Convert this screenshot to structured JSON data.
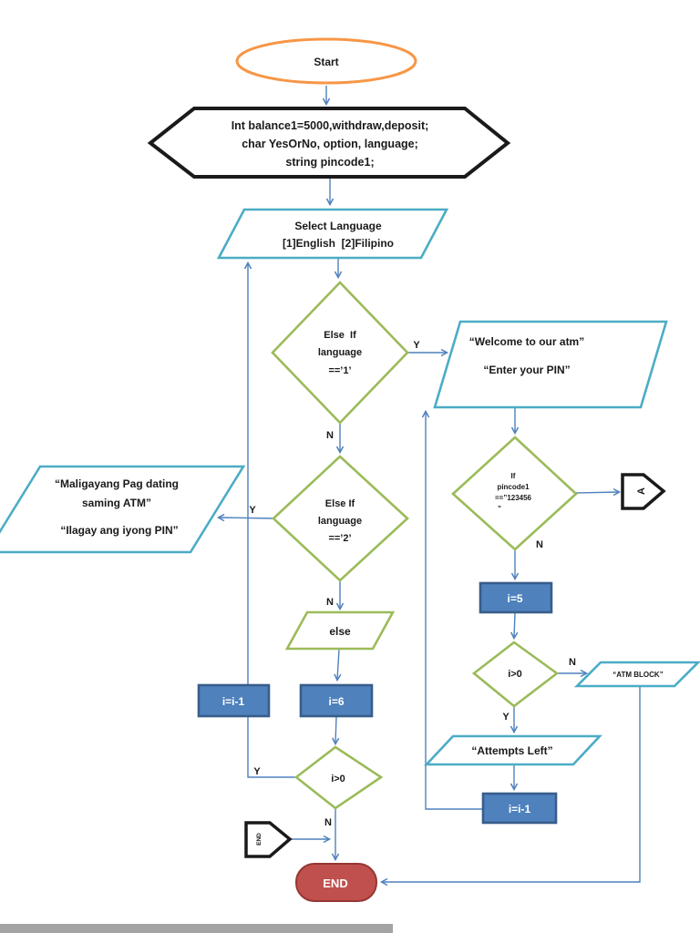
{
  "page": {
    "background": "#ffffff",
    "footer_strip_color": "#a3a3a3"
  },
  "colors": {
    "start_border": "#F79646",
    "declaration_border": "#1a1a1a",
    "io_border": "#4BACC6",
    "decision_border": "#9BBB59",
    "process_fill": "#4F81BD",
    "process_border": "#385D8A",
    "end_fill": "#C0504D",
    "end_border": "#953735",
    "connector": "#4f81bd",
    "text": "#1a1a1a"
  },
  "nodes": {
    "start": {
      "shape": "oval",
      "label": "Start"
    },
    "declare": {
      "shape": "hexagon",
      "lines": [
        "Int balance1=5000,withdraw,deposit;",
        "char YesOrNo, option, language;",
        "string pincode1;"
      ]
    },
    "select_language": {
      "shape": "parallelogram",
      "lines": [
        "Select Language",
        "[1]English  [2]Filipino"
      ]
    },
    "if_lang1": {
      "shape": "diamond",
      "lines": [
        "Else  If",
        "language",
        "==’1’"
      ]
    },
    "welcome_en": {
      "shape": "parallelogram",
      "lines": [
        "“Welcome to our atm”",
        "“Enter your PIN”"
      ]
    },
    "if_pincode": {
      "shape": "diamond",
      "lines": [
        "If",
        "pincode1",
        "==”123456",
        "”"
      ]
    },
    "connector_a": {
      "shape": "offpage-connector",
      "label": "A"
    },
    "welcome_fil": {
      "shape": "parallelogram",
      "lines": [
        "“Maligayang Pag dating",
        "saming ATM”",
        "“Ilagay ang iyong PIN”"
      ]
    },
    "if_lang2": {
      "shape": "diamond",
      "lines": [
        "Else If",
        "language",
        "==’2’"
      ]
    },
    "else_branch": {
      "shape": "parallelogram",
      "label": "else"
    },
    "set_i6": {
      "shape": "process",
      "label": "i=6"
    },
    "dec_i_left": {
      "shape": "process",
      "label": "i=i-1"
    },
    "i_gt0_left": {
      "shape": "diamond",
      "label": "i>0"
    },
    "connector_end": {
      "shape": "offpage-connector",
      "label": "END"
    },
    "end": {
      "shape": "terminator",
      "label": "END"
    },
    "set_i5": {
      "shape": "process",
      "label": "i=5"
    },
    "i_gt0_right": {
      "shape": "diamond",
      "label": "i>0"
    },
    "atm_block": {
      "shape": "parallelogram",
      "label": "“ATM BLOCK”"
    },
    "attempts_left": {
      "shape": "parallelogram",
      "label": "“Attempts Left”"
    },
    "dec_i_right": {
      "shape": "process",
      "label": "i=i-1"
    }
  },
  "edge_labels": {
    "yes": "Y",
    "no": "N"
  }
}
